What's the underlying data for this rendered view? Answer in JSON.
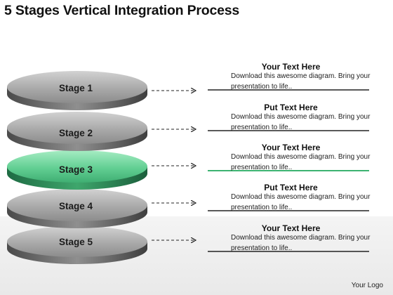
{
  "title": "5 Stages Vertical Integration Process",
  "stages": [
    {
      "label": "Stage 1",
      "heading": "Your Text Here",
      "description": "Download this awesome diagram. Bring your presentation to life.."
    },
    {
      "label": "Stage 2",
      "heading": "Put Text Here",
      "description": "Download this awesome diagram. Bring your presentation to life.."
    },
    {
      "label": "Stage 3",
      "heading": "Your Text Here",
      "description": "Download this awesome diagram. Bring your presentation to life..",
      "highlighted": true
    },
    {
      "label": "Stage 4",
      "heading": "Put Text Here",
      "description": "Download this awesome diagram. Bring your presentation to life.."
    },
    {
      "label": "Stage 5",
      "heading": "Your Text Here",
      "description": "Download this awesome diagram. Bring your presentation to life.."
    }
  ],
  "colors": {
    "disc": "#a6a6a6",
    "highlight": "#5fcf91",
    "highlight_line": "#3cb371",
    "line": "#222222"
  },
  "logo": "Your Logo"
}
